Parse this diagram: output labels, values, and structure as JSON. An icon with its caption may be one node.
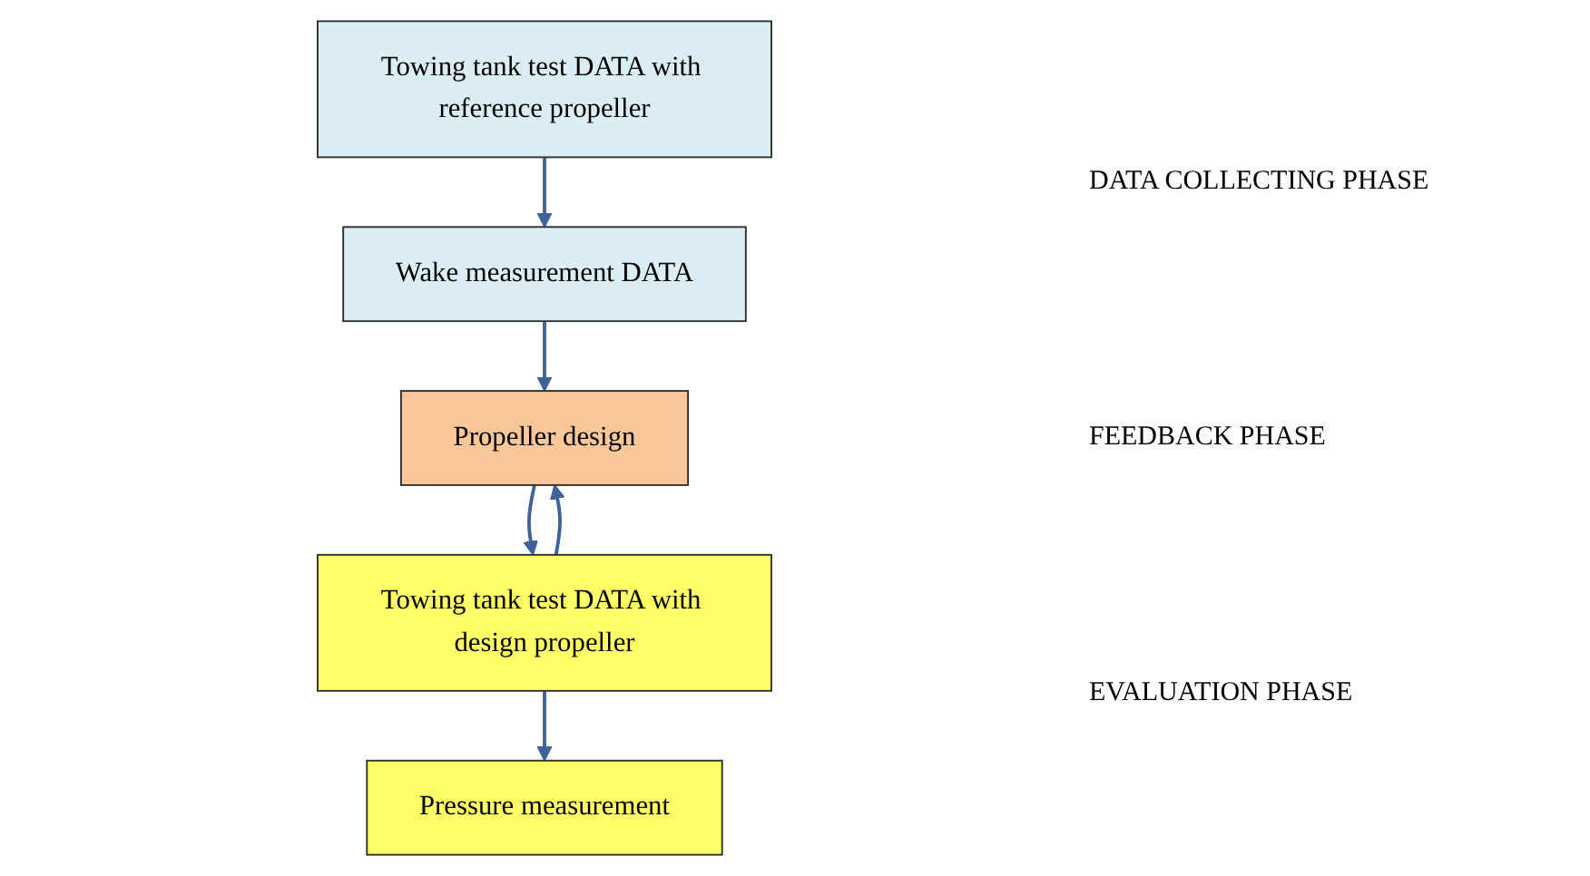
{
  "diagram": {
    "nodes": [
      {
        "text": [
          "Towing tank test DATA with reference propeller"
        ]
      },
      {
        "text": [
          "Wake measurement DATA"
        ]
      },
      {
        "text": [
          "Propeller design"
        ]
      },
      {
        "text": [
          "Towing tank test DATA with design propeller"
        ]
      },
      {
        "text": [
          "Pressure measurement"
        ]
      }
    ],
    "edges": [
      {
        "from": 0,
        "to": 1,
        "arrow": "to"
      },
      {
        "from": 1,
        "to": 2,
        "arrow": "to"
      },
      {
        "from": 2,
        "to": 3,
        "arrow": "to"
      },
      {
        "from": 3,
        "to": 4,
        "arrow": "to"
      },
      {
        "from": 3,
        "to": 2,
        "arrow": "to"
      }
    ],
    "labels": [
      "DATA COLLECTING PHASE",
      "FEEDBACK PHASE",
      "EVALUATION PHASE"
    ]
  }
}
